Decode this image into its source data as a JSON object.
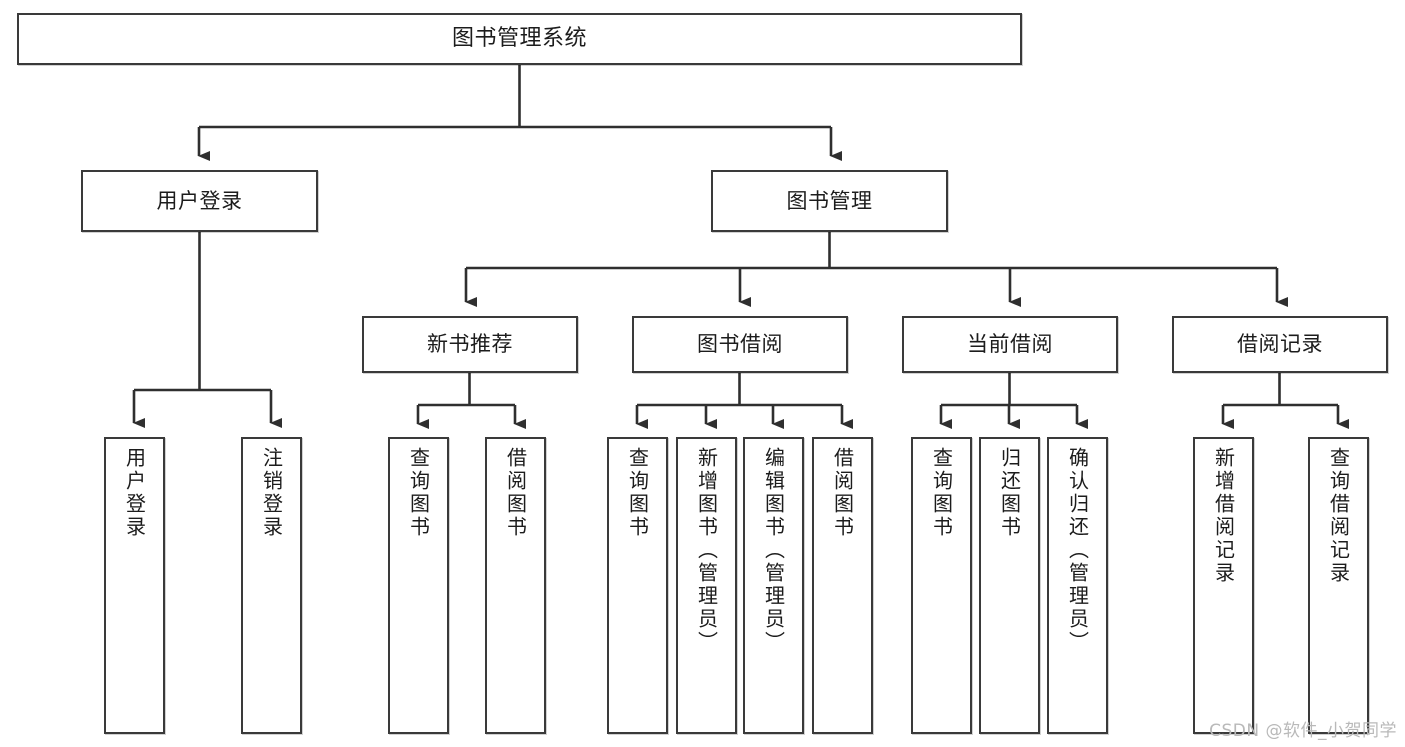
{
  "diagram": {
    "title": "图书管理系统",
    "type": "function-structure-tree",
    "colors": {
      "box_border": "#3a3a3a",
      "box_fill": "#ffffff",
      "edge": "#2f2f2f",
      "text": "#1c1c1c",
      "watermark": "#b9b9b9",
      "background": "#ffffff"
    },
    "root": {
      "label": "图书管理系统"
    },
    "level2": [
      {
        "label": "用户登录"
      },
      {
        "label": "图书管理"
      }
    ],
    "level3": [
      {
        "label": "新书推荐"
      },
      {
        "label": "图书借阅"
      },
      {
        "label": "当前借阅"
      },
      {
        "label": "借阅记录"
      }
    ],
    "leaves": {
      "user_login": [
        {
          "label": "用户登录"
        },
        {
          "label": "注销登录"
        }
      ],
      "new_book_recommend": [
        {
          "label": "查询图书"
        },
        {
          "label": "借阅图书"
        }
      ],
      "book_borrow": [
        {
          "label": "查询图书"
        },
        {
          "label": "新增图书（管理员）"
        },
        {
          "label": "编辑图书（管理员）"
        },
        {
          "label": "借阅图书"
        }
      ],
      "current_borrow": [
        {
          "label": "查询图书"
        },
        {
          "label": "归还图书"
        },
        {
          "label": "确认归还（管理员）"
        }
      ],
      "borrow_record": [
        {
          "label": "新增借阅记录"
        },
        {
          "label": "查询借阅记录"
        }
      ]
    }
  },
  "watermark": {
    "text": "CSDN @软件_小贺同学"
  }
}
